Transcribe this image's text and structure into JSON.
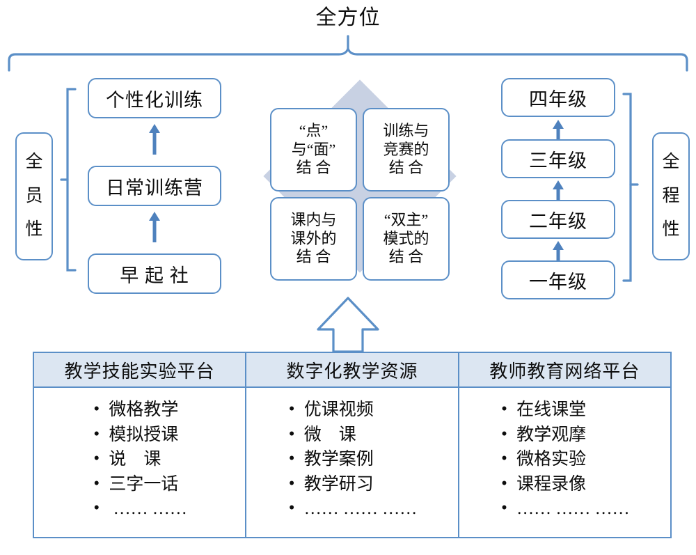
{
  "diagram": {
    "title": "全方位",
    "left_axis_label": [
      "全",
      "员",
      "性"
    ],
    "right_axis_label": [
      "全",
      "程",
      "性"
    ],
    "left_column": [
      {
        "label": "个性化训练"
      },
      {
        "label": "日常训练营"
      },
      {
        "label": "早 起 社"
      }
    ],
    "center_quadrants": [
      {
        "lines": [
          "“点”",
          "与“面”",
          "结 合"
        ]
      },
      {
        "lines": [
          "训练与",
          "竞赛的",
          "结 合"
        ]
      },
      {
        "lines": [
          "课内与",
          "课外的",
          "结 合"
        ]
      },
      {
        "lines": [
          "“双主”",
          "模式的",
          "结 合"
        ]
      }
    ],
    "right_column": [
      {
        "label": "四年级"
      },
      {
        "label": "三年级"
      },
      {
        "label": "二年级"
      },
      {
        "label": "一年级"
      }
    ],
    "platform_table": {
      "columns": [
        {
          "header": "教学技能实验平台",
          "items": [
            "微格教学",
            "模拟授课",
            "说　课",
            "三字一话",
            " …… ……"
          ]
        },
        {
          "header": "数字化教学资源",
          "items": [
            "优课视频",
            "微　课",
            "教学案例",
            "教学研习",
            "…… …… ……"
          ]
        },
        {
          "header": "教师教育网络平台",
          "items": [
            "在线课堂",
            "教学观摩",
            "微格实验",
            "课程录像",
            "…… …… ……"
          ]
        }
      ]
    },
    "colors": {
      "outline_blue": "#5B8FC7",
      "arrow_blue": "#4E81BD",
      "diamond_fill": "#C8D1E3",
      "header_fill": "#DCE6F2",
      "text": "#0D0D0D"
    }
  }
}
